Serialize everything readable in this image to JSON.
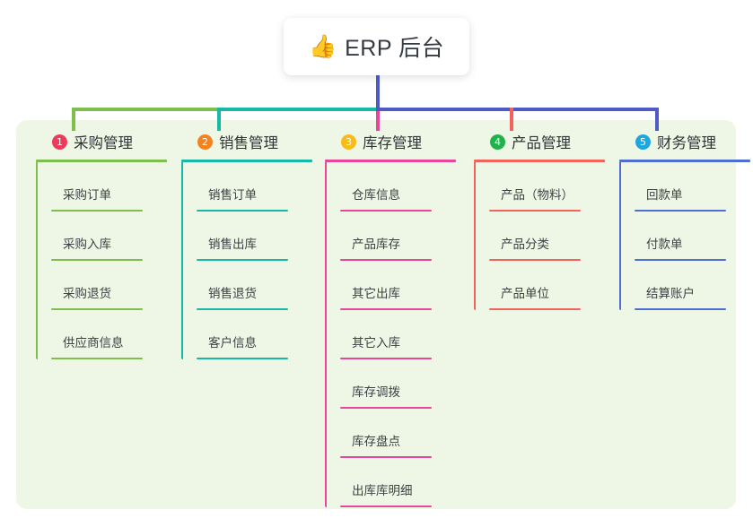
{
  "root": {
    "icon": "thumbs-up-icon",
    "emoji": "👍",
    "title": "ERP 后台"
  },
  "colors": {
    "panel_bg": "#eef7e6",
    "stem": "#4f5ac7",
    "bus_segment_1": "#7ebe4c",
    "bus_segment_2": "#17b8a6",
    "bus_segment_3": "#4f5ac7",
    "drop_1": "#7ebe4c",
    "drop_2": "#17b8a6",
    "drop_3": "#e8469b",
    "drop_4": "#f4625c",
    "drop_5": "#4f5ac7",
    "badge_1": "#ef3b5b",
    "badge_2": "#f58220",
    "badge_3": "#f9bc16",
    "badge_4": "#22b24c",
    "badge_5": "#1ba7e0"
  },
  "columns": [
    {
      "index": "1",
      "badge_color": "#ef3b5b",
      "line_color": "#7ebe4c",
      "title": "采购管理",
      "items": [
        "采购订单",
        "采购入库",
        "采购退货",
        "供应商信息"
      ]
    },
    {
      "index": "2",
      "badge_color": "#f58220",
      "line_color": "#17b8a6",
      "title": "销售管理",
      "items": [
        "销售订单",
        "销售出库",
        "销售退货",
        "客户信息"
      ]
    },
    {
      "index": "3",
      "badge_color": "#f9bc16",
      "line_color": "#e8469b",
      "title": "库存管理",
      "items": [
        "仓库信息",
        "产品库存",
        "其它出库",
        "其它入库",
        "库存调拨",
        "库存盘点",
        "出库库明细"
      ]
    },
    {
      "index": "4",
      "badge_color": "#22b24c",
      "line_color": "#f4625c",
      "title": "产品管理",
      "items": [
        "产品（物料）",
        "产品分类",
        "产品单位"
      ]
    },
    {
      "index": "5",
      "badge_color": "#1ba7e0",
      "line_color": "#4f6fd0",
      "title": "财务管理",
      "items": [
        "回款单",
        "付款单",
        "结算账户"
      ]
    }
  ]
}
